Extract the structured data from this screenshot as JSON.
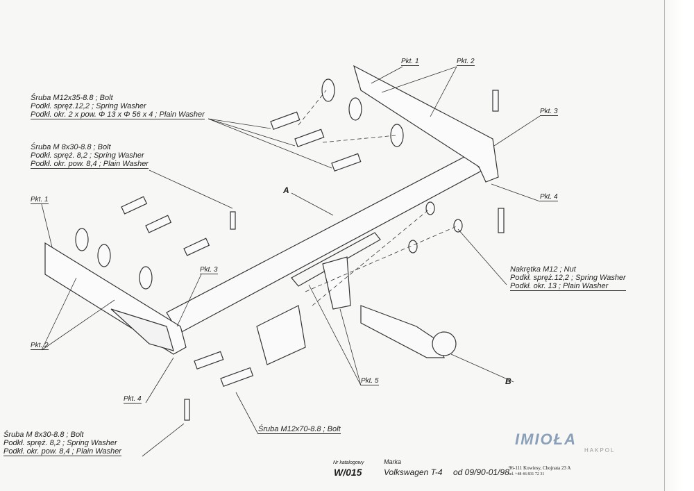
{
  "callouts": {
    "bolt_m12x35": [
      "Śruba M12x35-8.8 ;  Bolt",
      "Podkł. spręż.12,2 ; Spring Washer",
      "Podkł. okr. 2 x pow. Φ 13 x Φ 56 x 4 ; Plain Washer"
    ],
    "bolt_m8x30_top": [
      "Śruba M 8x30-8.8 ;  Bolt",
      "Podkł. spręż. 8,2 ; Spring Washer",
      "Podkł. okr. pow. 8,4 ; Plain Washer"
    ],
    "nut_m12": [
      "Nakrętka  M12 ; Nut",
      "Podkł. spręż.12,2 ; Spring Washer",
      "Podkł. okr. 13 ; Plain Washer"
    ],
    "bolt_m8x30_bottom": [
      "Śruba M 8x30-8.8 ;  Bolt",
      "Podkł. spręż. 8,2 ; Spring Washer",
      "Podkł. okr. pow. 8,4 ; Plain Washer"
    ],
    "bolt_m12x70": "Śruba M12x70-8.8 ;  Bolt"
  },
  "points": {
    "pkt1_top": "Pkt. 1",
    "pkt2_top": "Pkt. 2",
    "pkt3_right": "Pkt. 3",
    "pkt4_right": "Pkt. 4",
    "pkt1_left": "Pkt. 1",
    "pkt3_left": "Pkt. 3",
    "pkt2_left": "Pkt. 2",
    "pkt4_left": "Pkt. 4",
    "pkt5": "Pkt. 5",
    "part_a": "A",
    "part_b": "B"
  },
  "footer": {
    "catalog_label": "Nr katalogowy",
    "catalog_value": "W/015",
    "brand_label": "Marka",
    "brand_value": "Volkswagen T-4",
    "years": "od 09/90-01/98",
    "address": "96-111 Kowiesy, Chojnata 23 A",
    "phone": "tel. +48 46 831 72 31",
    "logo": "IMIOŁA",
    "logo_sub": "HAKPOL"
  }
}
